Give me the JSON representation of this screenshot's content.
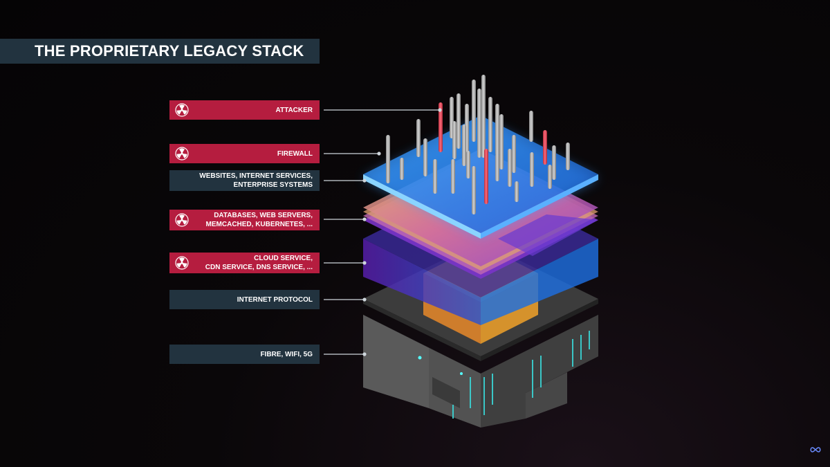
{
  "title": "THE PROPRIETARY LEGACY STACK",
  "layers": [
    {
      "label": "ATTACKER",
      "style": "red",
      "icon": "radiation-icon"
    },
    {
      "label": "FIREWALL",
      "style": "red",
      "icon": "radiation-icon"
    },
    {
      "label": "WEBSITES, INTERNET SERVICES,\nENTERPRISE SYSTEMS",
      "style": "dark",
      "icon": null
    },
    {
      "label": "DATABASES, WEB SERVERS,\nMEMCACHED, KUBERNETES, ...",
      "style": "red",
      "icon": "radiation-icon"
    },
    {
      "label": "CLOUD SERVICE,\nCDN SERVICE, DNS SERVICE, ...",
      "style": "red",
      "icon": "radiation-icon"
    },
    {
      "label": "INTERNET PROTOCOL",
      "style": "dark",
      "icon": null
    },
    {
      "label": "FIBRE, WIFI, 5G",
      "style": "dark",
      "icon": null
    }
  ],
  "colors": {
    "red_label": "#b51d3f",
    "dark_label": "#22333f",
    "accent_blue": "#4fb4ff",
    "accent_purple": "#7a2fd0",
    "accent_orange": "#f0a22a"
  },
  "logo_icon": "infinity-logo-icon"
}
